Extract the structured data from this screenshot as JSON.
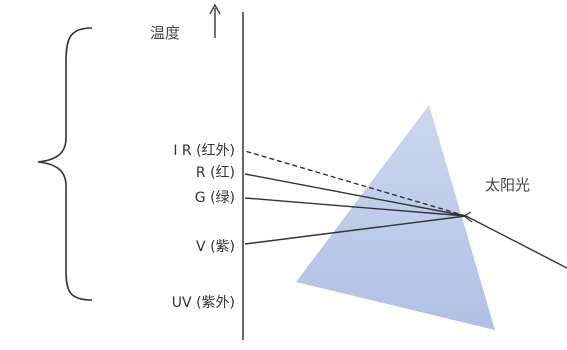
{
  "axis": {
    "label": "温度"
  },
  "spectrum": {
    "bands": [
      {
        "label": "I R (红外)"
      },
      {
        "label": "R (红)"
      },
      {
        "label": "G (绿)"
      },
      {
        "label": "V (紫)"
      },
      {
        "label": "UV (紫外)"
      }
    ]
  },
  "source": {
    "label": "太阳光"
  },
  "colors": {
    "prism": "#b8c6e6",
    "lines": "#333333",
    "text": "#333333"
  }
}
